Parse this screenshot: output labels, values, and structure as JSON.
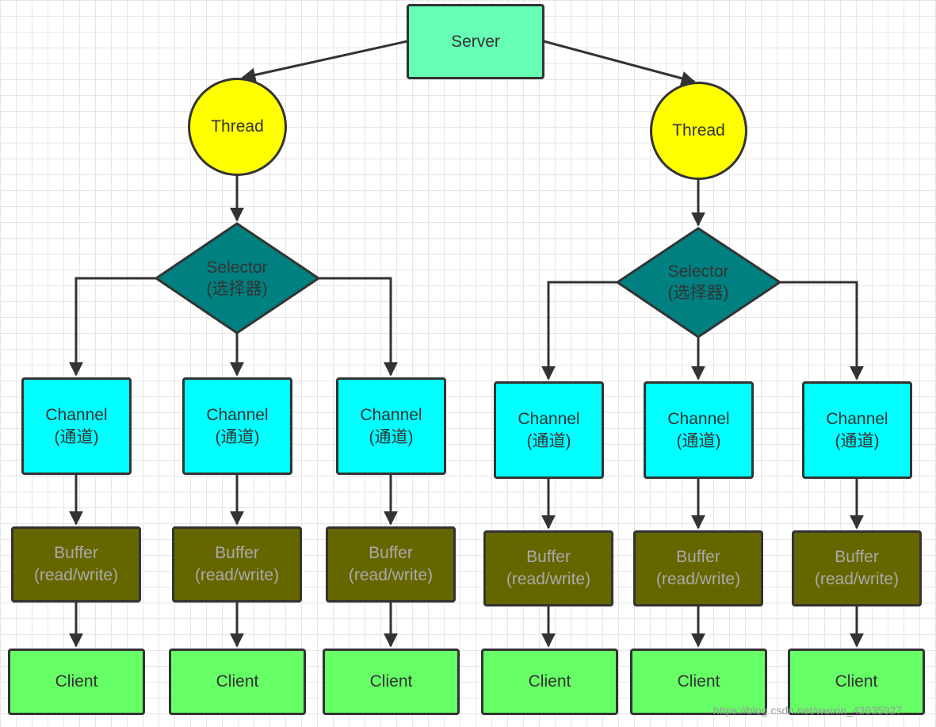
{
  "server": {
    "label": "Server"
  },
  "groups": [
    {
      "thread": {
        "label": "Thread"
      },
      "selector": {
        "line1": "Selector",
        "line2": "(选择器)"
      },
      "branches": [
        {
          "channel": {
            "line1": "Channel",
            "line2": "(通道)"
          },
          "buffer": {
            "line1": "Buffer",
            "line2": "(read/write)"
          },
          "client": {
            "label": "Client"
          }
        },
        {
          "channel": {
            "line1": "Channel",
            "line2": "(通道)"
          },
          "buffer": {
            "line1": "Buffer",
            "line2": "(read/write)"
          },
          "client": {
            "label": "Client"
          }
        },
        {
          "channel": {
            "line1": "Channel",
            "line2": "(通道)"
          },
          "buffer": {
            "line1": "Buffer",
            "line2": "(read/write)"
          },
          "client": {
            "label": "Client"
          }
        }
      ]
    },
    {
      "thread": {
        "label": "Thread"
      },
      "selector": {
        "line1": "Selector",
        "line2": "(选择器)"
      },
      "branches": [
        {
          "channel": {
            "line1": "Channel",
            "line2": "(通道)"
          },
          "buffer": {
            "line1": "Buffer",
            "line2": "(read/write)"
          },
          "client": {
            "label": "Client"
          }
        },
        {
          "channel": {
            "line1": "Channel",
            "line2": "(通道)"
          },
          "buffer": {
            "line1": "Buffer",
            "line2": "(read/write)"
          },
          "client": {
            "label": "Client"
          }
        },
        {
          "channel": {
            "line1": "Channel",
            "line2": "(通道)"
          },
          "buffer": {
            "line1": "Buffer",
            "line2": "(read/write)"
          },
          "client": {
            "label": "Client"
          }
        }
      ]
    }
  ],
  "colors": {
    "server": "#66ffb3",
    "thread": "#ffff00",
    "selector": "#008080",
    "channel": "#00ffff",
    "buffer": "#666600",
    "client": "#66ff66",
    "edge": "#333333"
  },
  "watermark": "https://blog.csdn.net/weixin_43935927"
}
